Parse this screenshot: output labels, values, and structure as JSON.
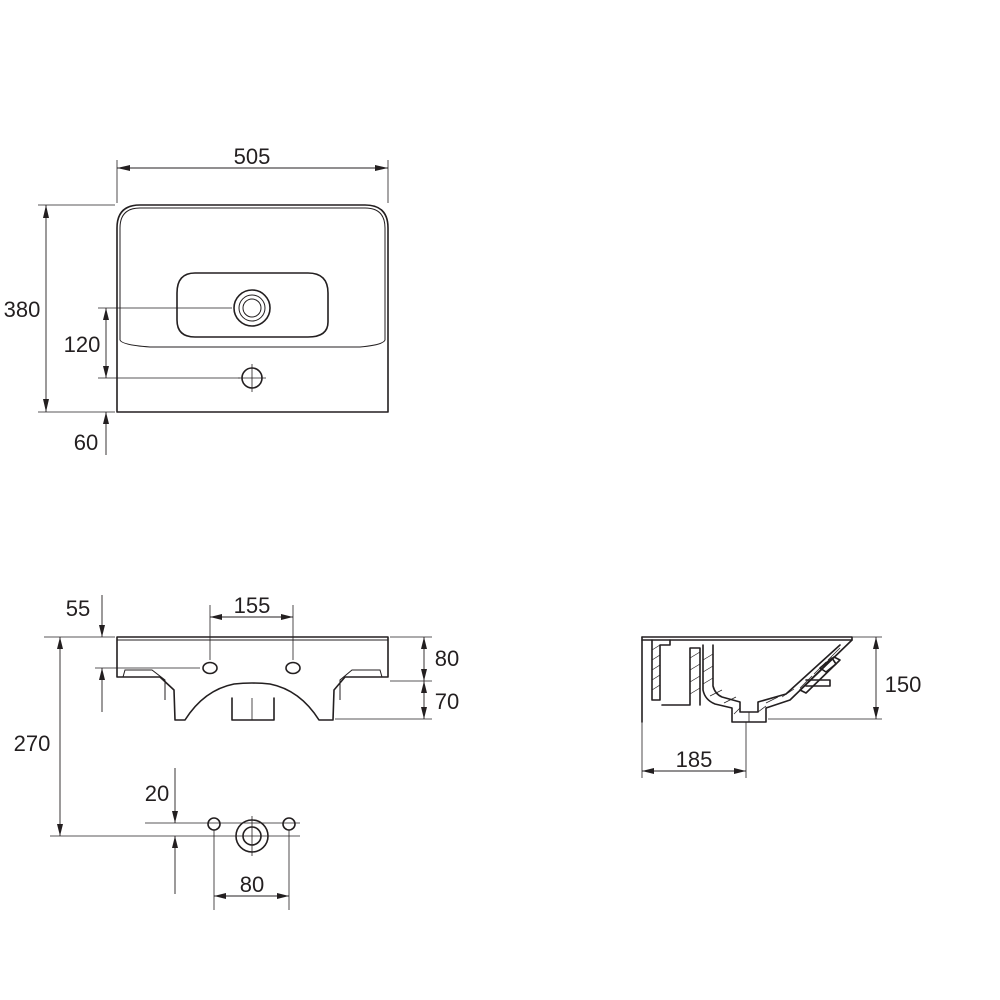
{
  "top_view": {
    "width_label": "505",
    "depth_label": "380",
    "overflow_offset_label": "120",
    "tap_hole_offset_label": "60"
  },
  "front_view": {
    "hole_spacing_label": "155",
    "hole_height_label": "55",
    "rim_height_label": "80",
    "bowl_depth_label": "70",
    "waste_height_label": "270",
    "fixing_offset_label": "20",
    "fixing_spacing_label": "80"
  },
  "side_view": {
    "height_label": "150",
    "waste_position_label": "185"
  }
}
